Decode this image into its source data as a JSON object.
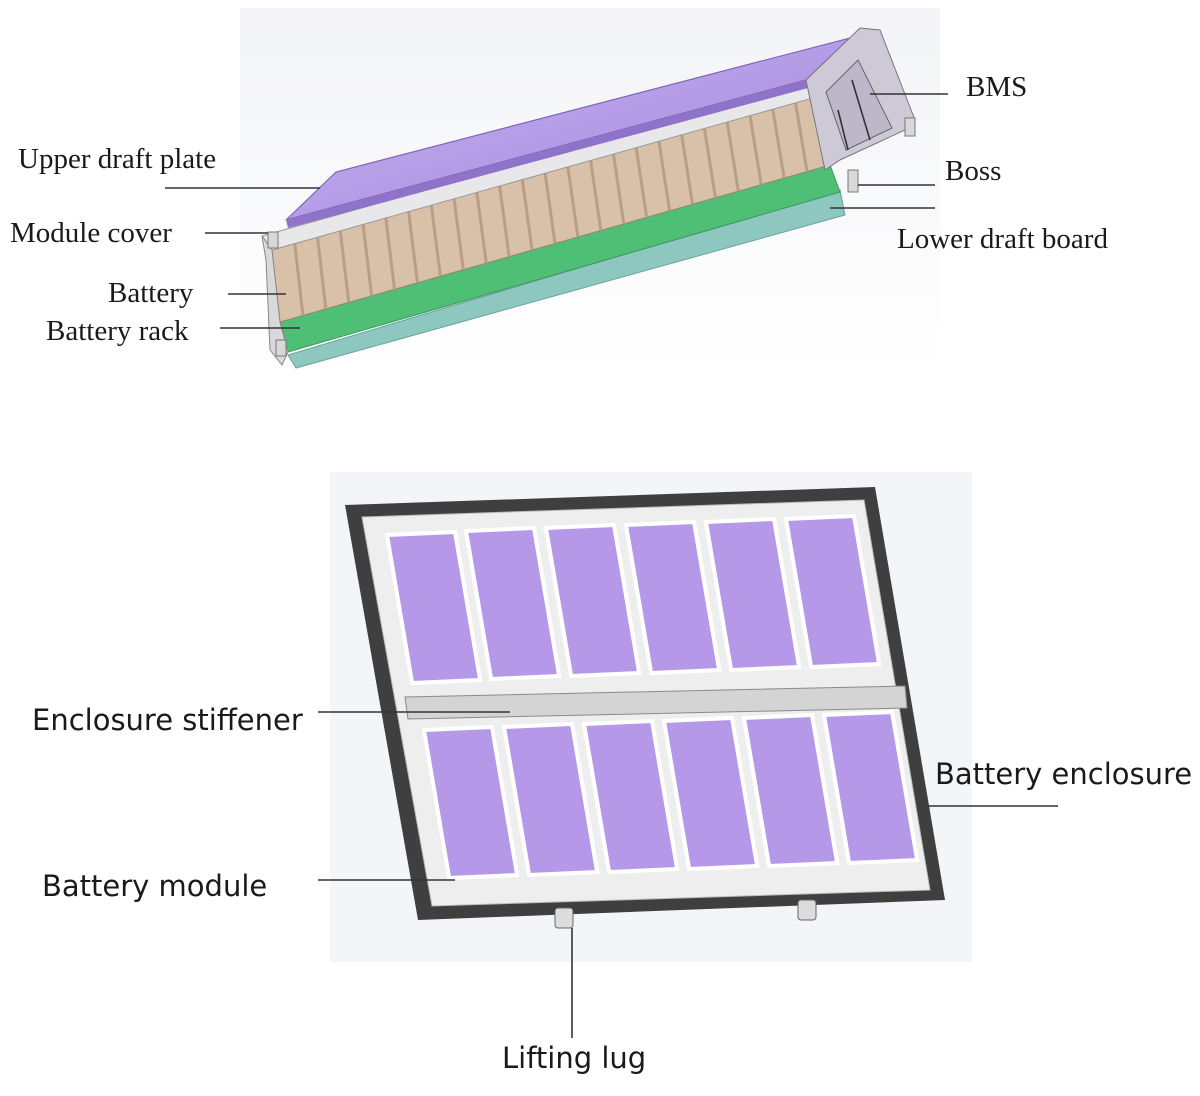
{
  "module_labels": {
    "bms": "BMS",
    "upper_draft_plate": "Upper draft plate",
    "boss": "Boss",
    "module_cover": "Module cover",
    "lower_draft_board": "Lower draft board",
    "battery": "Battery",
    "battery_rack": "Battery rack"
  },
  "pack_labels": {
    "enclosure_stiffener": "Enclosure stiffener",
    "battery_enclosure": "Battery enclosure",
    "battery_module": "Battery module",
    "lifting_lug": "Lifting lug"
  },
  "colors": {
    "plate_purple": "#b49be6",
    "plate_purple_dark": "#8f73c9",
    "cell_tan": "#d8c1a8",
    "cell_shadow": "#b79f87",
    "rack_green": "#4fbf76",
    "lower_board": "#8ec7c0",
    "frame_dark": "#3f3f3f",
    "frame_light": "#eeeeee",
    "module_purple": "#b698e8"
  }
}
